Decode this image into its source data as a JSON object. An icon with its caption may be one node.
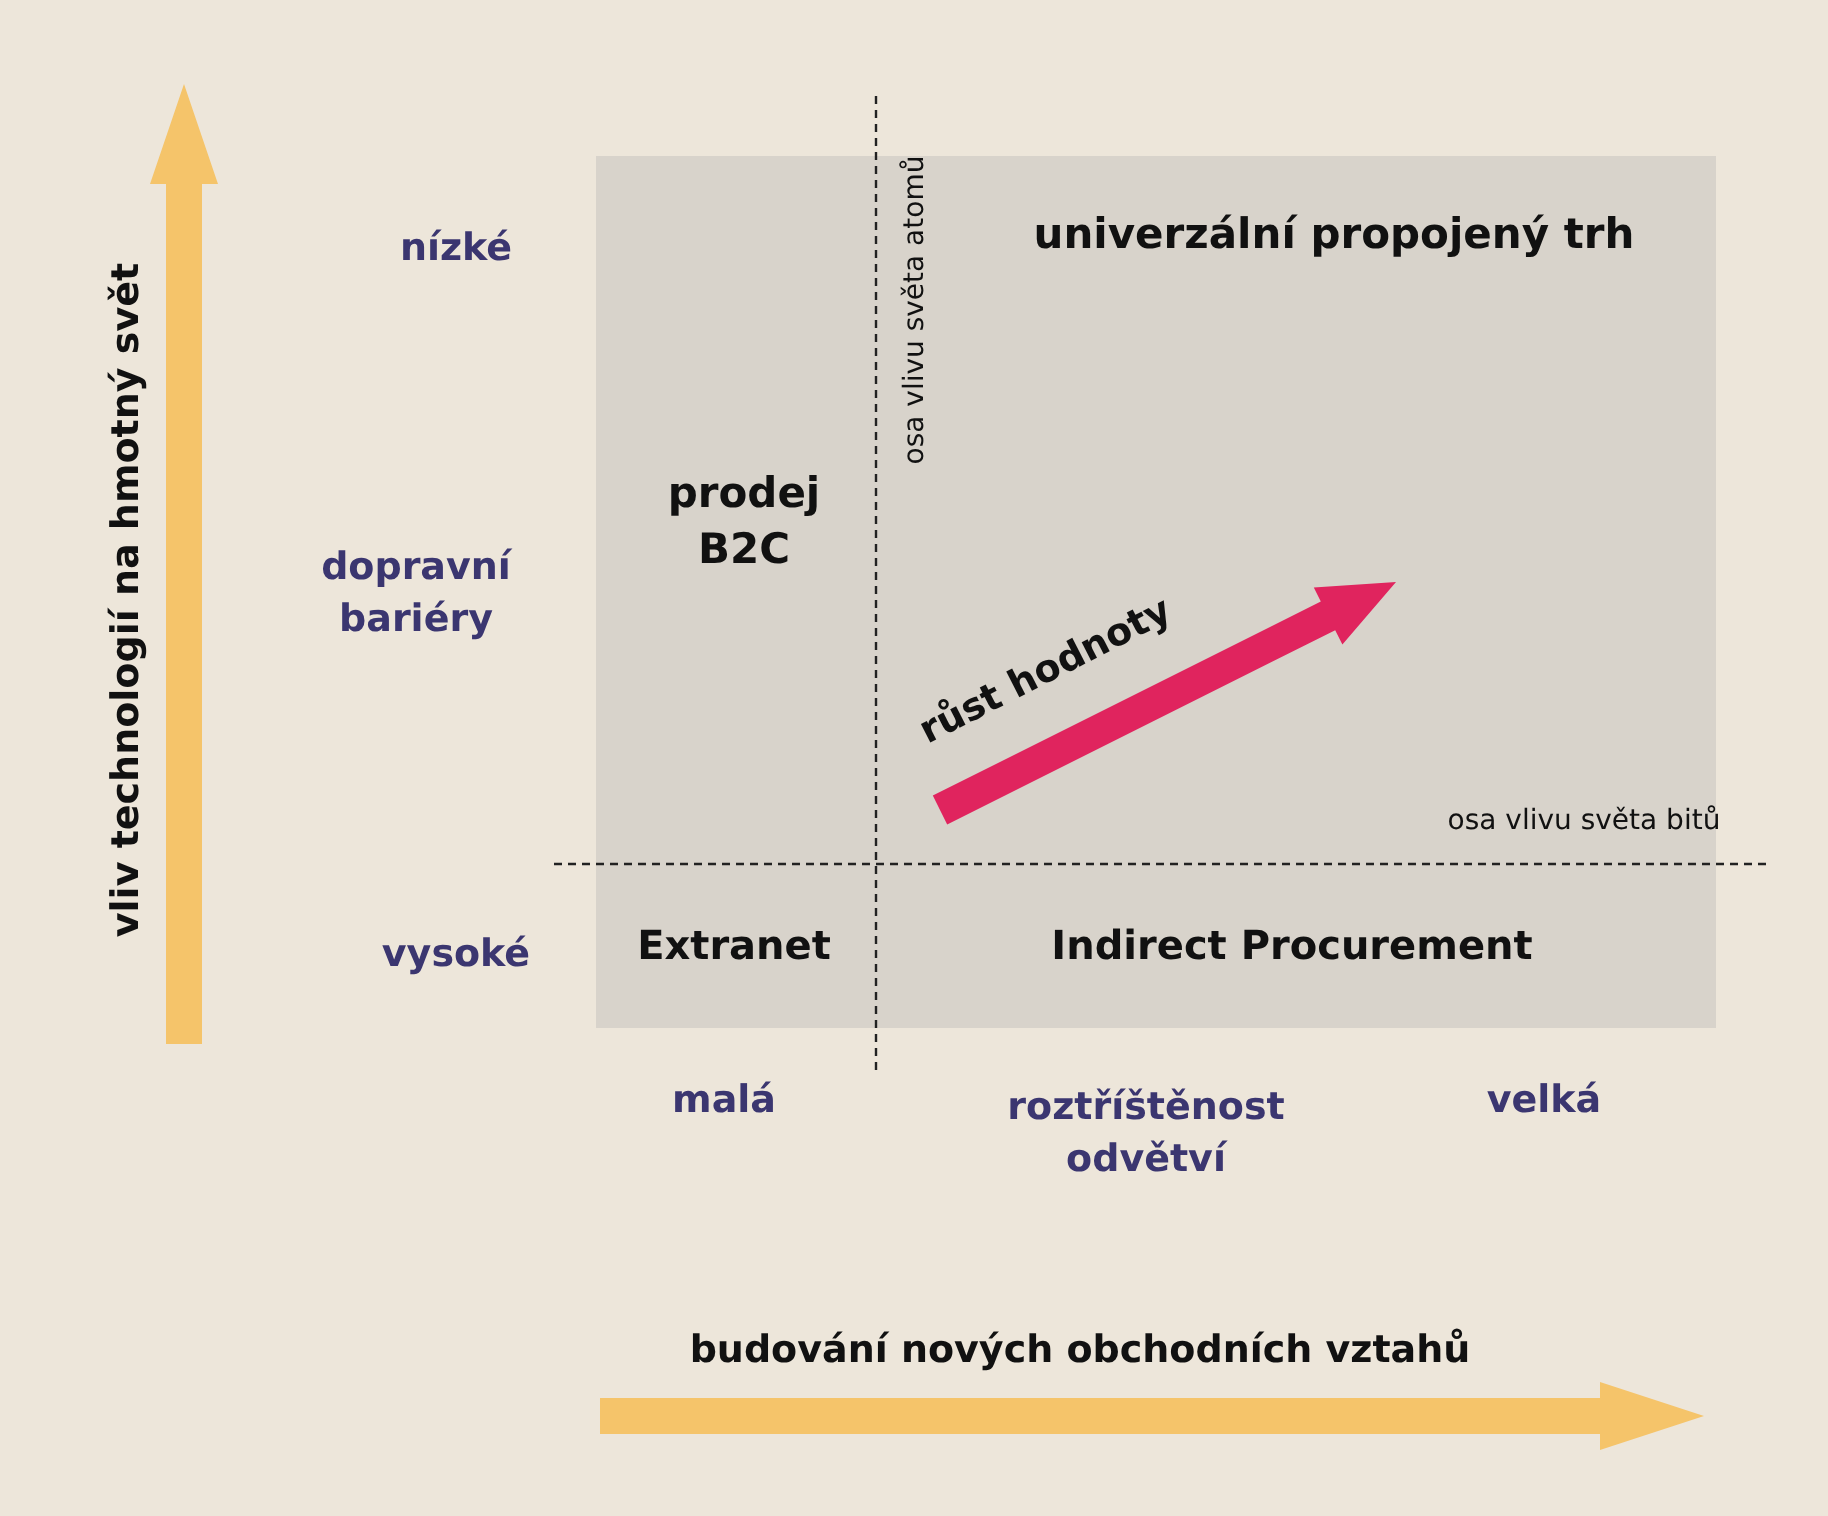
{
  "diagram": {
    "labels": [
      "vliv technologií na hmotný svět",
      "nízké",
      "univerzální propojený trh",
      "osa vlivu světa atomů",
      "prodej B2C",
      "dopravní bariéry",
      "růst hodnoty",
      "osa vlivu světa bitů",
      "vysoké",
      "Extranet",
      "Indirect Procurement",
      "malá",
      "roztříštěnost odvětví",
      "velká",
      "budování nových obchodních vztahů"
    ]
  }
}
